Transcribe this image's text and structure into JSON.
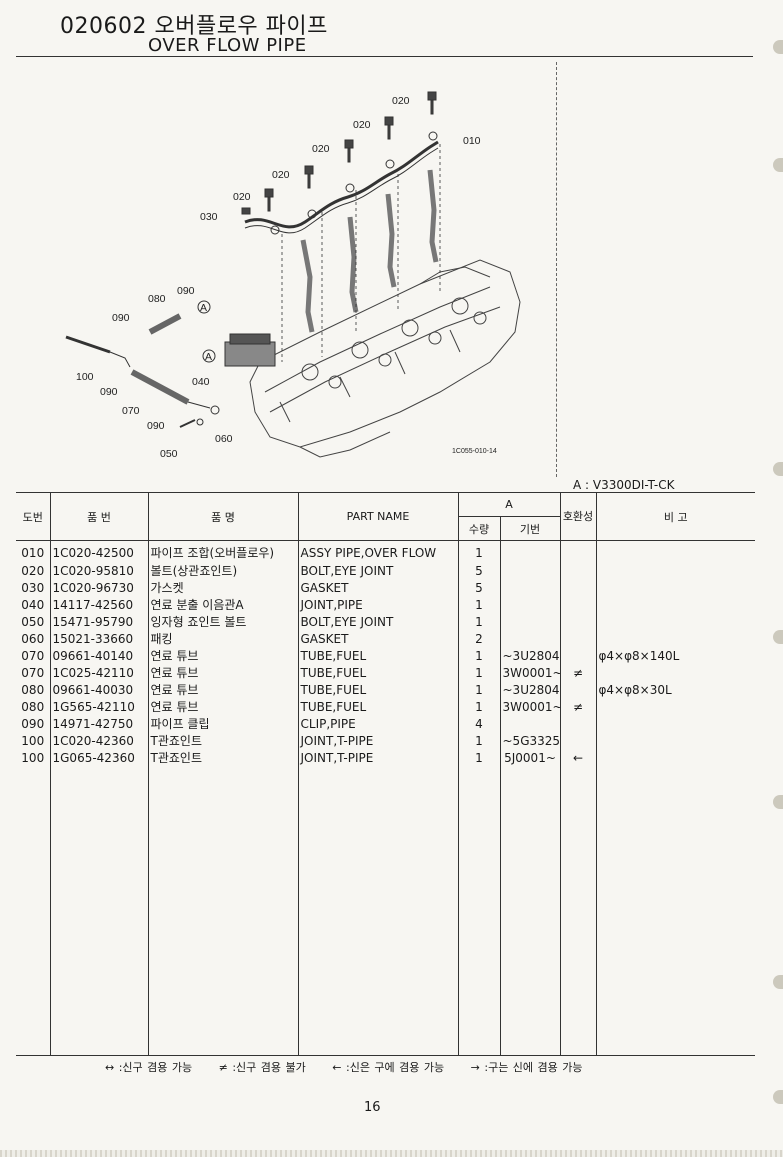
{
  "header": {
    "title_code": "020602 오버플로우 파이프",
    "title_en": "OVER FLOW PIPE"
  },
  "diagram": {
    "callouts": {
      "p010": "010",
      "p020a": "020",
      "p020b": "020",
      "p020c": "020",
      "p020d": "020",
      "p020e": "020",
      "p030": "030",
      "p080": "080",
      "p090a": "090",
      "p090b": "090",
      "p090c": "090",
      "p090d": "090",
      "pA1": "A",
      "pA2": "A",
      "p100": "100",
      "p040": "040",
      "p070": "070",
      "p060": "060",
      "p050": "050"
    },
    "drawing_code": "1C055-010-14"
  },
  "model_label": "A : V3300DI-T-CK",
  "table": {
    "headers": {
      "no": "도번",
      "part_no": "품 번",
      "part_name_kr": "품 명",
      "part_name_en": "PART NAME",
      "group_a": "A",
      "qty": "수량",
      "machine_no": "기번",
      "interchange": "호환성",
      "remarks": "비 고"
    },
    "rows": [
      {
        "no": "010",
        "part_no": "1C020-42500",
        "name_kr": "파이프 조합(오버플로우)",
        "name_en": "ASSY PIPE,OVER FLOW",
        "qty": "1",
        "machine": "",
        "compat": "",
        "remarks": ""
      },
      {
        "no": "020",
        "part_no": "1C020-95810",
        "name_kr": "볼트(상관죠인트)",
        "name_en": "BOLT,EYE JOINT",
        "qty": "5",
        "machine": "",
        "compat": "",
        "remarks": ""
      },
      {
        "no": "030",
        "part_no": "1C020-96730",
        "name_kr": "가스켓",
        "name_en": "GASKET",
        "qty": "5",
        "machine": "",
        "compat": "",
        "remarks": ""
      },
      {
        "no": "040",
        "part_no": "14117-42560",
        "name_kr": "연료 분출 이음관A",
        "name_en": "JOINT,PIPE",
        "qty": "1",
        "machine": "",
        "compat": "",
        "remarks": ""
      },
      {
        "no": "050",
        "part_no": "15471-95790",
        "name_kr": "잉자형 죠인트 볼트",
        "name_en": "BOLT,EYE JOINT",
        "qty": "1",
        "machine": "",
        "compat": "",
        "remarks": ""
      },
      {
        "no": "060",
        "part_no": "15021-33660",
        "name_kr": "패킹",
        "name_en": "GASKET",
        "qty": "2",
        "machine": "",
        "compat": "",
        "remarks": ""
      },
      {
        "no": "070",
        "part_no": "09661-40140",
        "name_kr": "연료 튜브",
        "name_en": "TUBE,FUEL",
        "qty": "1",
        "machine": "~3U2804",
        "compat": "",
        "remarks": "φ4×φ8×140L"
      },
      {
        "no": "070",
        "part_no": "1C025-42110",
        "name_kr": "연료 튜브",
        "name_en": "TUBE,FUEL",
        "qty": "1",
        "machine": "3W0001~",
        "compat": "≠",
        "remarks": ""
      },
      {
        "no": "080",
        "part_no": "09661-40030",
        "name_kr": "연료 튜브",
        "name_en": "TUBE,FUEL",
        "qty": "1",
        "machine": "~3U2804",
        "compat": "",
        "remarks": "φ4×φ8×30L"
      },
      {
        "no": "080",
        "part_no": "1G565-42110",
        "name_kr": "연료 튜브",
        "name_en": "TUBE,FUEL",
        "qty": "1",
        "machine": "3W0001~",
        "compat": "≠",
        "remarks": ""
      },
      {
        "no": "090",
        "part_no": "14971-42750",
        "name_kr": "파이프 클립",
        "name_en": "CLIP,PIPE",
        "qty": "4",
        "machine": "",
        "compat": "",
        "remarks": ""
      },
      {
        "no": "100",
        "part_no": "1C020-42360",
        "name_kr": "T관죠인트",
        "name_en": "JOINT,T-PIPE",
        "qty": "1",
        "machine": "~5G3325",
        "compat": "",
        "remarks": ""
      },
      {
        "no": "100",
        "part_no": "1G065-42360",
        "name_kr": "T관죠인트",
        "name_en": "JOINT,T-PIPE",
        "qty": "1",
        "machine": "5J0001~",
        "compat": "←",
        "remarks": ""
      }
    ]
  },
  "legend": {
    "both": "↔ :신구 겸용 가능",
    "none": "≠ :신구 겸용 불가",
    "new_old": "← :신은 구에 겸용 가능",
    "old_new": "→ :구는 신에 겸용 가능"
  },
  "page_number": "16"
}
